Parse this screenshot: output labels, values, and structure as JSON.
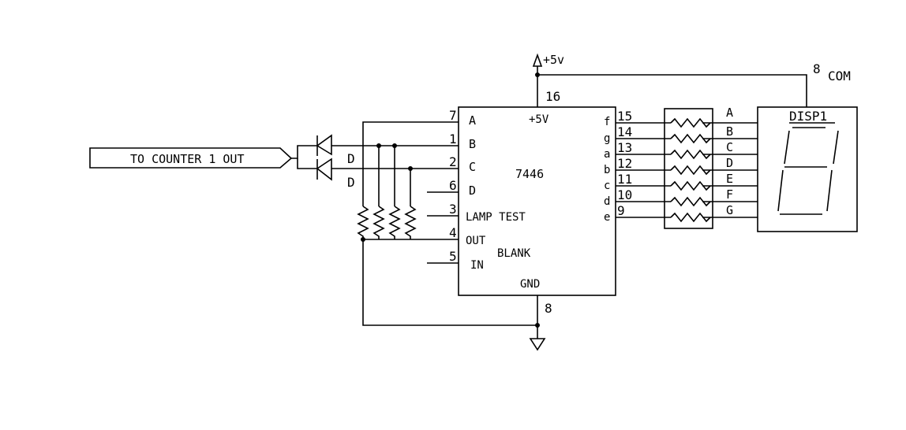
{
  "power_label": "+5v",
  "com_pin": "8",
  "com_label": "COM",
  "vcc_pin": "16",
  "gnd_pin": "8",
  "connector_label": "TO COUNTER 1 OUT",
  "diode_labels": [
    "D",
    "D"
  ],
  "chip": {
    "name": "7446",
    "vcc_label": "+5V",
    "gnd_label": "GND",
    "left_pins": [
      {
        "num": "7",
        "name": "A"
      },
      {
        "num": "1",
        "name": "B"
      },
      {
        "num": "2",
        "name": "C"
      },
      {
        "num": "6",
        "name": "D"
      },
      {
        "num": "3",
        "name": "LAMP TEST"
      },
      {
        "num": "4",
        "name": "OUT"
      },
      {
        "num": "5",
        "name": "IN"
      }
    ],
    "blank_label": "BLANK",
    "right_pins": [
      {
        "num": "15",
        "name": "f"
      },
      {
        "num": "14",
        "name": "g"
      },
      {
        "num": "13",
        "name": "a"
      },
      {
        "num": "12",
        "name": "b"
      },
      {
        "num": "11",
        "name": "c"
      },
      {
        "num": "10",
        "name": "d"
      },
      {
        "num": "9",
        "name": "e"
      }
    ]
  },
  "display": {
    "name": "DISP1",
    "inputs": [
      "A",
      "B",
      "C",
      "D",
      "E",
      "F",
      "G"
    ]
  }
}
